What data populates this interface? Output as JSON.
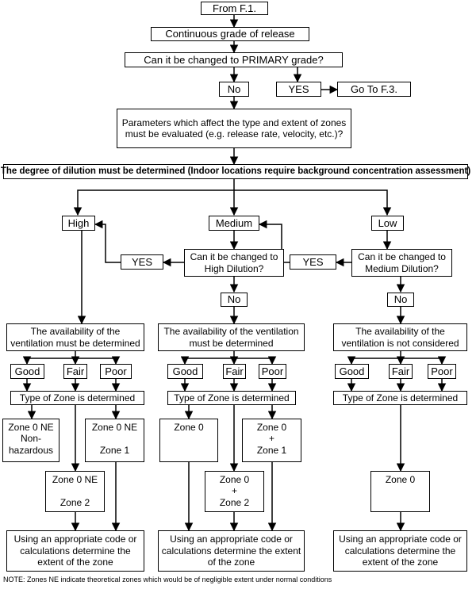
{
  "flowchart": {
    "from": "From F.1.",
    "continuous": "Continuous grade of release",
    "change_primary": "Can it be changed to PRIMARY grade?",
    "no_top": "No",
    "yes_top": "YES",
    "goto": "Go To F.3.",
    "parameters": "Parameters which affect the type and extent of zones must be evaluated (e.g. release rate, velocity, etc.)?",
    "dilution": "The degree of dilution must be determined (Indoor locations require background concentration assessment)",
    "high": "High",
    "medium": "Medium",
    "low": "Low",
    "yes_left": "YES",
    "yes_right": "YES",
    "change_high": "Can it be changed to High Dilution?",
    "change_medium": "Can it be changed to Medium Dilution?",
    "no_mid": "No",
    "no_right": "No",
    "avail_left": "The availability of the ventilation must be determined",
    "avail_mid": "The availability of the ventilation must be determined",
    "avail_right": "The availability of the ventilation is not considered",
    "good": "Good",
    "fair": "Fair",
    "poor": "Poor",
    "type_zone": "Type of Zone is determined",
    "zone0ne_nonhaz": "Zone 0 NE\nNon-\nhazardous",
    "zone0ne_zone1": "Zone 0 NE\n\nZone 1",
    "zone0ne_zone2": "Zone 0 NE\n\nZone 2",
    "zone0": "Zone 0",
    "zone0_plus_zone1": "Zone 0\n+\nZone 1",
    "zone0_plus_zone2": "Zone 0\n+\nZone 2",
    "using_code": "Using an appropriate code or calculations determine the extent of the zone",
    "note": "NOTE: Zones NE indicate theoretical zones which would be of negligible extent under normal conditions"
  }
}
